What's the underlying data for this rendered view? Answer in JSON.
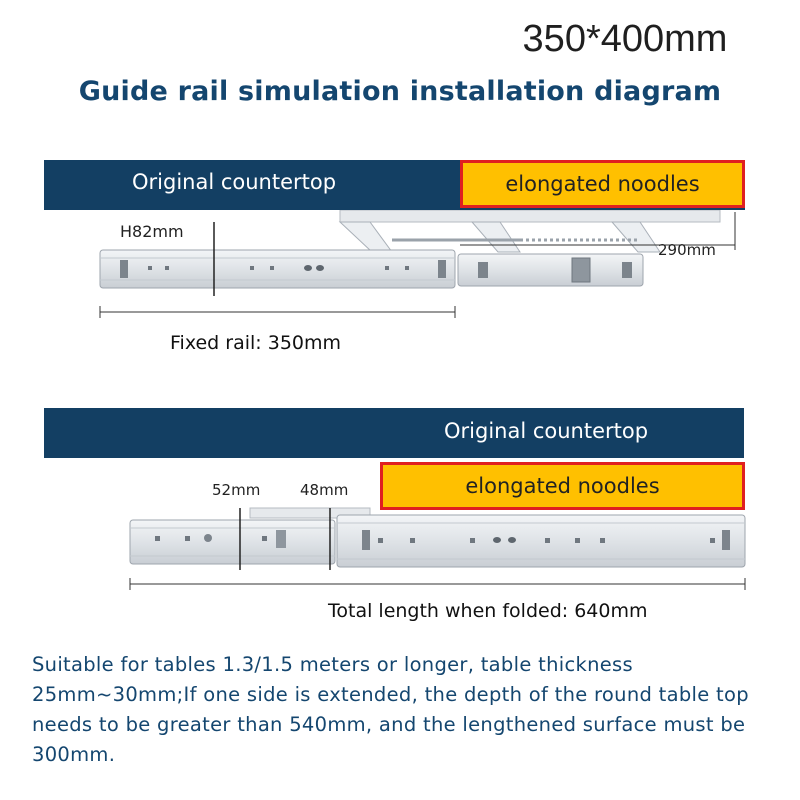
{
  "header": {
    "size": "350*400mm",
    "title": "Guide rail simulation installation diagram"
  },
  "diagram_top": {
    "countertop_label": "Original countertop",
    "extension_label": "elongated noodles",
    "height_dim": "82mm",
    "height_prefix": "H",
    "extension_dim": "290mm",
    "rail_caption": "Fixed rail: 350mm"
  },
  "diagram_bottom": {
    "countertop_label": "Original countertop",
    "extension_label": "elongated noodles",
    "dim_left": "52mm",
    "dim_right": "48mm",
    "rail_caption": "Total length when folded: 640mm"
  },
  "note": "Suitable for tables 1.3/1.5 meters or longer, table thickness 25mm~30mm;If one side is extended, the depth of the round table top needs to be greater than 540mm, and the lengthened surface must be 300mm.",
  "colors": {
    "bar": "#133f63",
    "highlight": "#ffc000",
    "highlight_border": "#e02020",
    "title": "#14466f",
    "rail": "#e4e7ea"
  }
}
